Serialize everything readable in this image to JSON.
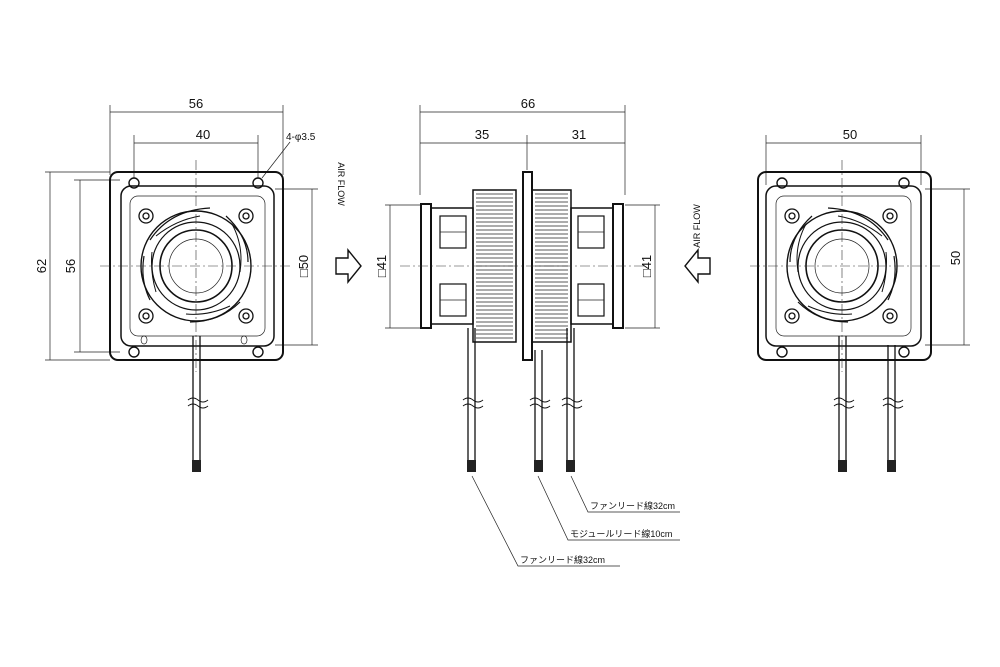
{
  "dimensions": {
    "left_width_outer": "56",
    "left_width_holes": "40",
    "left_hole_callout": "4-φ3.5",
    "left_height_outer": "62",
    "left_height_holes": "56",
    "left_fan_square": "□50",
    "center_total_width": "66",
    "center_left_width": "35",
    "center_right_width": "31",
    "center_left_square": "□41",
    "center_right_square": "□41",
    "right_width": "50",
    "right_height": "50"
  },
  "labels": {
    "air_flow_left": "AIR FLOW",
    "air_flow_right": "AIR FLOW"
  },
  "callouts": {
    "fan_lead_right": "ファンリード線32cm",
    "module_lead": "モジュールリード線10cm",
    "fan_lead_left": "ファンリード線32cm"
  }
}
